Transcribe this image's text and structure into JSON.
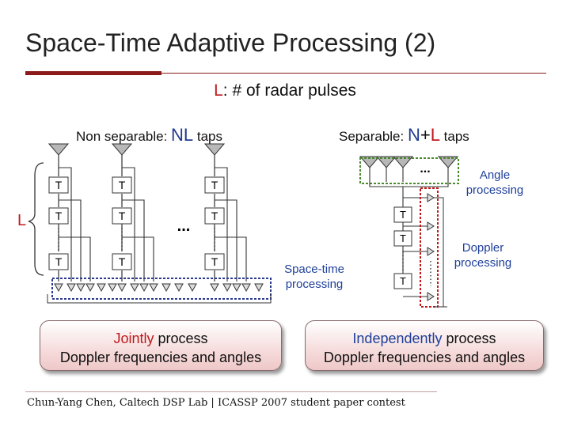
{
  "slide": {
    "title": "Space-Time Adaptive Processing (2)",
    "subtitle_l": "L",
    "subtitle_rest": ": # of radar pulses",
    "non_separable": {
      "prefix": "Non separable: ",
      "value": "NL",
      "suffix": " taps"
    },
    "separable": {
      "prefix": "Separable: ",
      "value_n": "N",
      "value_plus": "+",
      "value_l": "L",
      "suffix": " taps"
    },
    "L_marker": "L",
    "tap_label": "T",
    "ellipsis": "...",
    "angle_processing": "Angle processing",
    "doppler_processing": "Doppler processing",
    "space_time_processing": "Space-time processing",
    "left_box": {
      "emph": "Jointly",
      "rest": " process",
      "line2": "Doppler frequencies and angles"
    },
    "right_box": {
      "emph": "Independently",
      "rest": " process",
      "line2": "Doppler frequencies and angles"
    },
    "footer": "Chun-Yang Chen, Caltech DSP Lab | ICASSP 2007 student paper contest"
  },
  "colors": {
    "accent_red": "#c0191d",
    "accent_blue": "#1e3f9a",
    "rule": "#8b1a1a",
    "dotted_box": "#2b3a8f",
    "green_box": "#4c8a2f"
  }
}
